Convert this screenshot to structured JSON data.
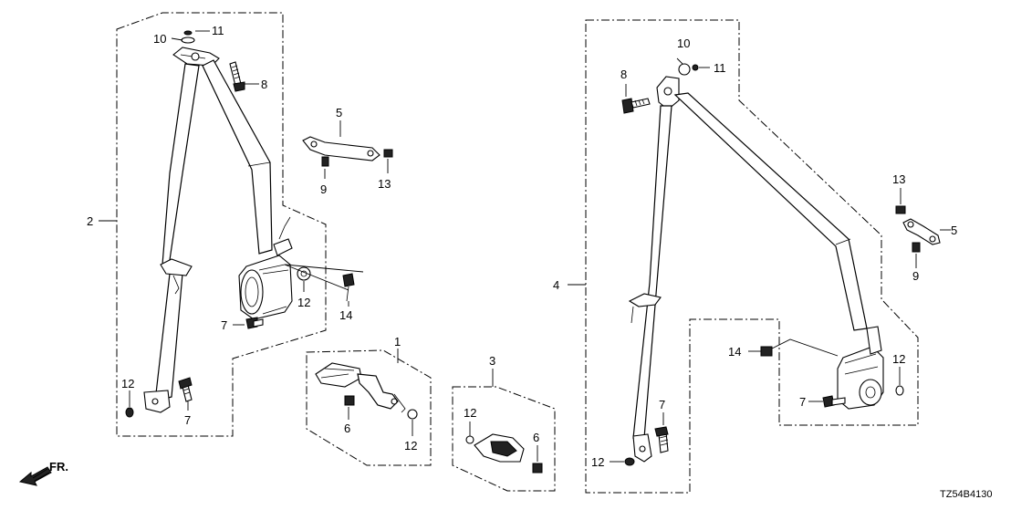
{
  "diagram_code": "TZ54B4130",
  "direction_label": "FR.",
  "callouts": {
    "c2": "2",
    "c4": "4",
    "c1": "1",
    "c3": "3",
    "c5a": "5",
    "c5b": "5",
    "c6a": "6",
    "c6b": "6",
    "c7a": "7",
    "c7b": "7",
    "c7c": "7",
    "c7d": "7",
    "c8a": "8",
    "c8b": "8",
    "c9a": "9",
    "c9b": "9",
    "c10a": "10",
    "c10b": "10",
    "c11a": "11",
    "c11b": "11",
    "c12a": "12",
    "c12b": "12",
    "c12c": "12",
    "c12d": "12",
    "c12e": "12",
    "c12f": "12",
    "c13a": "13",
    "c13b": "13",
    "c14a": "14",
    "c14b": "14"
  }
}
